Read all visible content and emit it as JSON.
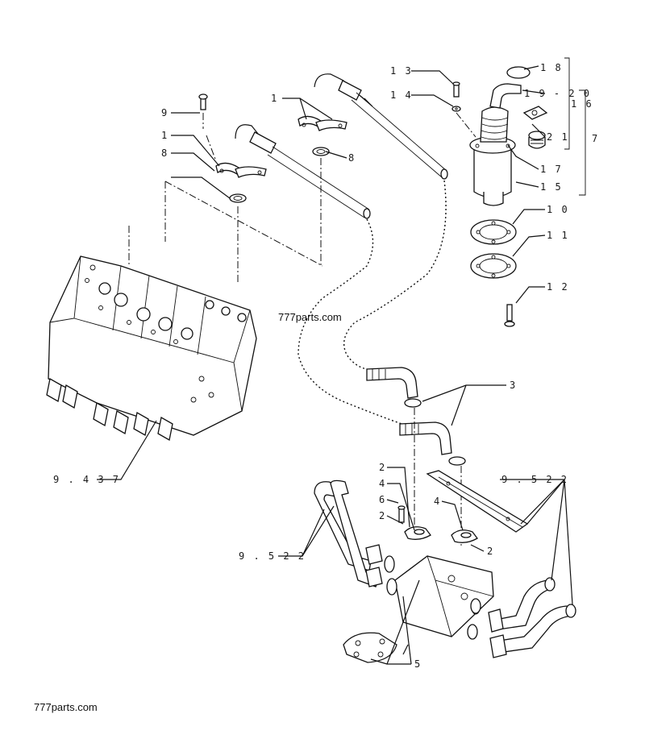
{
  "watermarks": {
    "center": "777parts.com",
    "bottom_left": "777parts.com"
  },
  "callouts": [
    {
      "id": "c13",
      "text": "1 3"
    },
    {
      "id": "c14",
      "text": "1 4"
    },
    {
      "id": "c18",
      "text": "1 8"
    },
    {
      "id": "c1920",
      "text": "1 9 - 2 0"
    },
    {
      "id": "c16",
      "text": "1 6"
    },
    {
      "id": "c21",
      "text": "2 1"
    },
    {
      "id": "c7",
      "text": "7"
    },
    {
      "id": "c17",
      "text": "1 7"
    },
    {
      "id": "c15",
      "text": "1 5"
    },
    {
      "id": "c10",
      "text": "1 0"
    },
    {
      "id": "c11",
      "text": "1 1"
    },
    {
      "id": "c12",
      "text": "1 2"
    },
    {
      "id": "c9",
      "text": "9"
    },
    {
      "id": "c1a",
      "text": "1"
    },
    {
      "id": "c1b",
      "text": "1"
    },
    {
      "id": "c8a",
      "text": "8"
    },
    {
      "id": "c8b",
      "text": "8"
    },
    {
      "id": "c3",
      "text": "3"
    },
    {
      "id": "c9437",
      "text": "9 . 4 3 7"
    },
    {
      "id": "c9522a",
      "text": "9 . 5 2 2"
    },
    {
      "id": "c9522b",
      "text": "9 . 5 2 2"
    },
    {
      "id": "c2a",
      "text": "2"
    },
    {
      "id": "c4a",
      "text": "4"
    },
    {
      "id": "c6",
      "text": "6"
    },
    {
      "id": "c2b",
      "text": "2"
    },
    {
      "id": "c4b",
      "text": "4"
    },
    {
      "id": "c2c",
      "text": "2"
    },
    {
      "id": "c5",
      "text": "5"
    }
  ]
}
